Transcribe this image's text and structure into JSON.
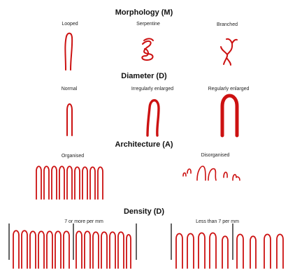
{
  "sections": {
    "morphology": {
      "title": "Morphology (M)",
      "labels": [
        "Looped",
        "Serpentine",
        "Branched"
      ]
    },
    "diameter": {
      "title": "Diameter (D)",
      "labels": [
        "Normal",
        "Irregularly enlarged",
        "Regularly enlarged"
      ]
    },
    "architecture": {
      "title": "Architecture (A)",
      "labels": [
        "Organised",
        "Disorganised"
      ]
    },
    "density": {
      "title": "Density (D)",
      "labels": [
        "7 or more per mm",
        "Less than 7 per mm"
      ]
    }
  },
  "colors": {
    "loop": "#cc1111",
    "text": "#111111",
    "marker": "#111111"
  }
}
